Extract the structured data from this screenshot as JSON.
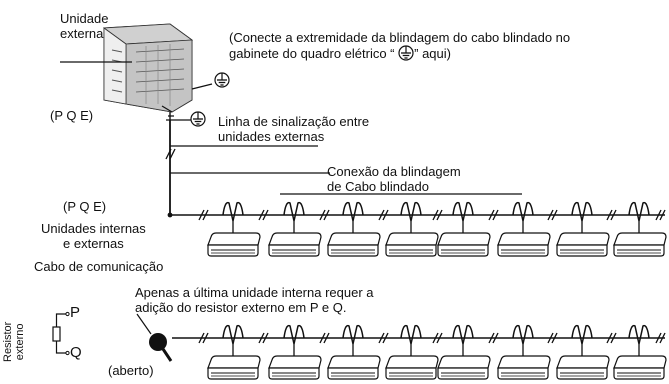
{
  "labels": {
    "outdoor_unit": [
      "Unidade",
      "externa"
    ],
    "shield_note": {
      "line1": "(Conecte a extremidade da blindagem do cabo blindado no",
      "line2_before": "gabinete do quadro elétrico “ ",
      "line2_after": "” aqui)"
    },
    "pqe_top": "(P Q E)",
    "signal_line": [
      "Linha de sinalização entre",
      "unidades externas"
    ],
    "shield_connection": [
      "Conexão da blindagem",
      "de Cabo blindado"
    ],
    "pqe_mid": "(P Q E)",
    "units": [
      "Unidades internas",
      "e externas"
    ],
    "comm_cable": "Cabo de comunicação",
    "resistor_note": [
      "Apenas a última unidade interna requer a",
      "adição do resistor externo em P e Q."
    ],
    "resistor_label": [
      "Resistor",
      "externo"
    ],
    "terminal_p": "P",
    "terminal_q": "Q",
    "open": "(aberto)"
  },
  "icons": {
    "ground": "ground-symbol-icon",
    "outdoor_unit": "outdoor-unit-icon",
    "indoor_unit": "indoor-unit-icon",
    "pointer": "magnifier-pointer-icon",
    "resistor": "resistor-icon"
  }
}
